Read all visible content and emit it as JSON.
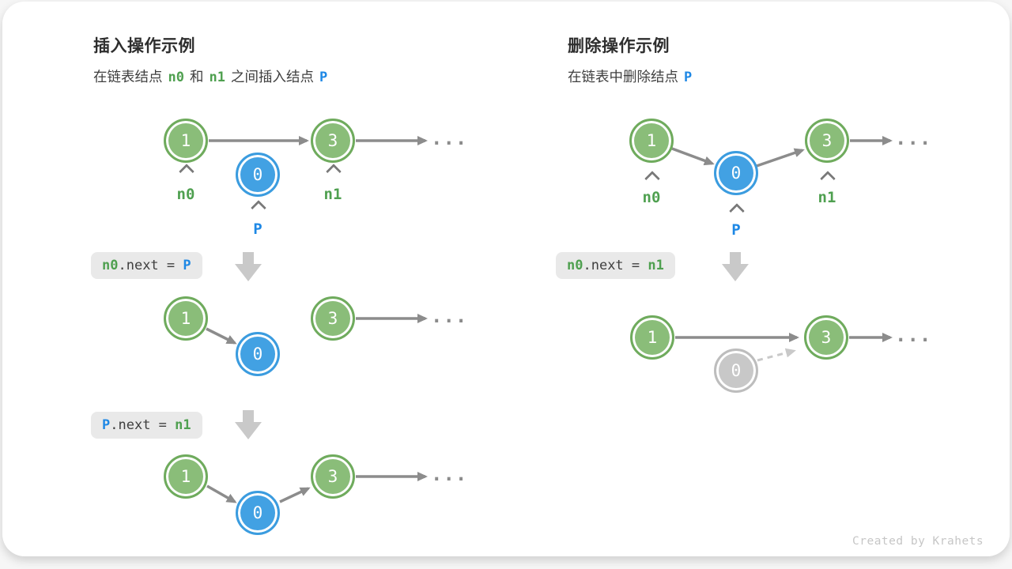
{
  "shared": {
    "ellipsis": "...",
    "colors": {
      "node_green_fill": "#8ABD79",
      "node_green_ring": "#6FAB5D",
      "node_blue_fill": "#42A1E3",
      "node_blue_ring": "#3B9CDF",
      "node_gray_fill": "#C8C8C8",
      "node_gray_ring": "#BDBDBD",
      "arrow_gray": "#8C8C8C",
      "block_arrow_gray": "#C9C9C9",
      "dashed_arrow_gray": "#C9C9C9",
      "label_green": "#4FA050",
      "label_blue": "#1E88E5",
      "code_box_bg": "#E9E9E9",
      "code_text": "#3F3F3F",
      "title_text": "#2E2E2E",
      "credit_text": "#C6C6C6"
    }
  },
  "insert_panel": {
    "title": "插入操作示例",
    "subtitle": {
      "part1": "在链表结点",
      "kw1": "n0",
      "part2": "和",
      "kw2": "n1",
      "part3": "之间插入结点",
      "kw3": "P"
    },
    "stage1": {
      "node1": "1",
      "node3": "3",
      "nodeP": "0",
      "label_n0": "n0",
      "label_n1": "n1",
      "label_p": "P"
    },
    "code1": {
      "head": "n0",
      "mid": ".next = ",
      "tail": "P"
    },
    "stage2": {
      "node1": "1",
      "node3": "3",
      "nodeP": "0"
    },
    "code2": {
      "head": "P",
      "mid": ".next = ",
      "tail": "n1"
    },
    "stage3": {
      "node1": "1",
      "node3": "3",
      "nodeP": "0"
    }
  },
  "delete_panel": {
    "title": "删除操作示例",
    "subtitle": {
      "part1": "在链表中删除结点",
      "kw1": "P"
    },
    "stage1": {
      "node1": "1",
      "node3": "3",
      "nodeP": "0",
      "label_n0": "n0",
      "label_n1": "n1",
      "label_p": "P"
    },
    "code1": {
      "head": "n0",
      "mid": ".next = ",
      "tail": "n1"
    },
    "stage2": {
      "node1": "1",
      "node3": "3",
      "nodeP": "0"
    }
  },
  "footer": {
    "credit": "Created by Krahets"
  }
}
